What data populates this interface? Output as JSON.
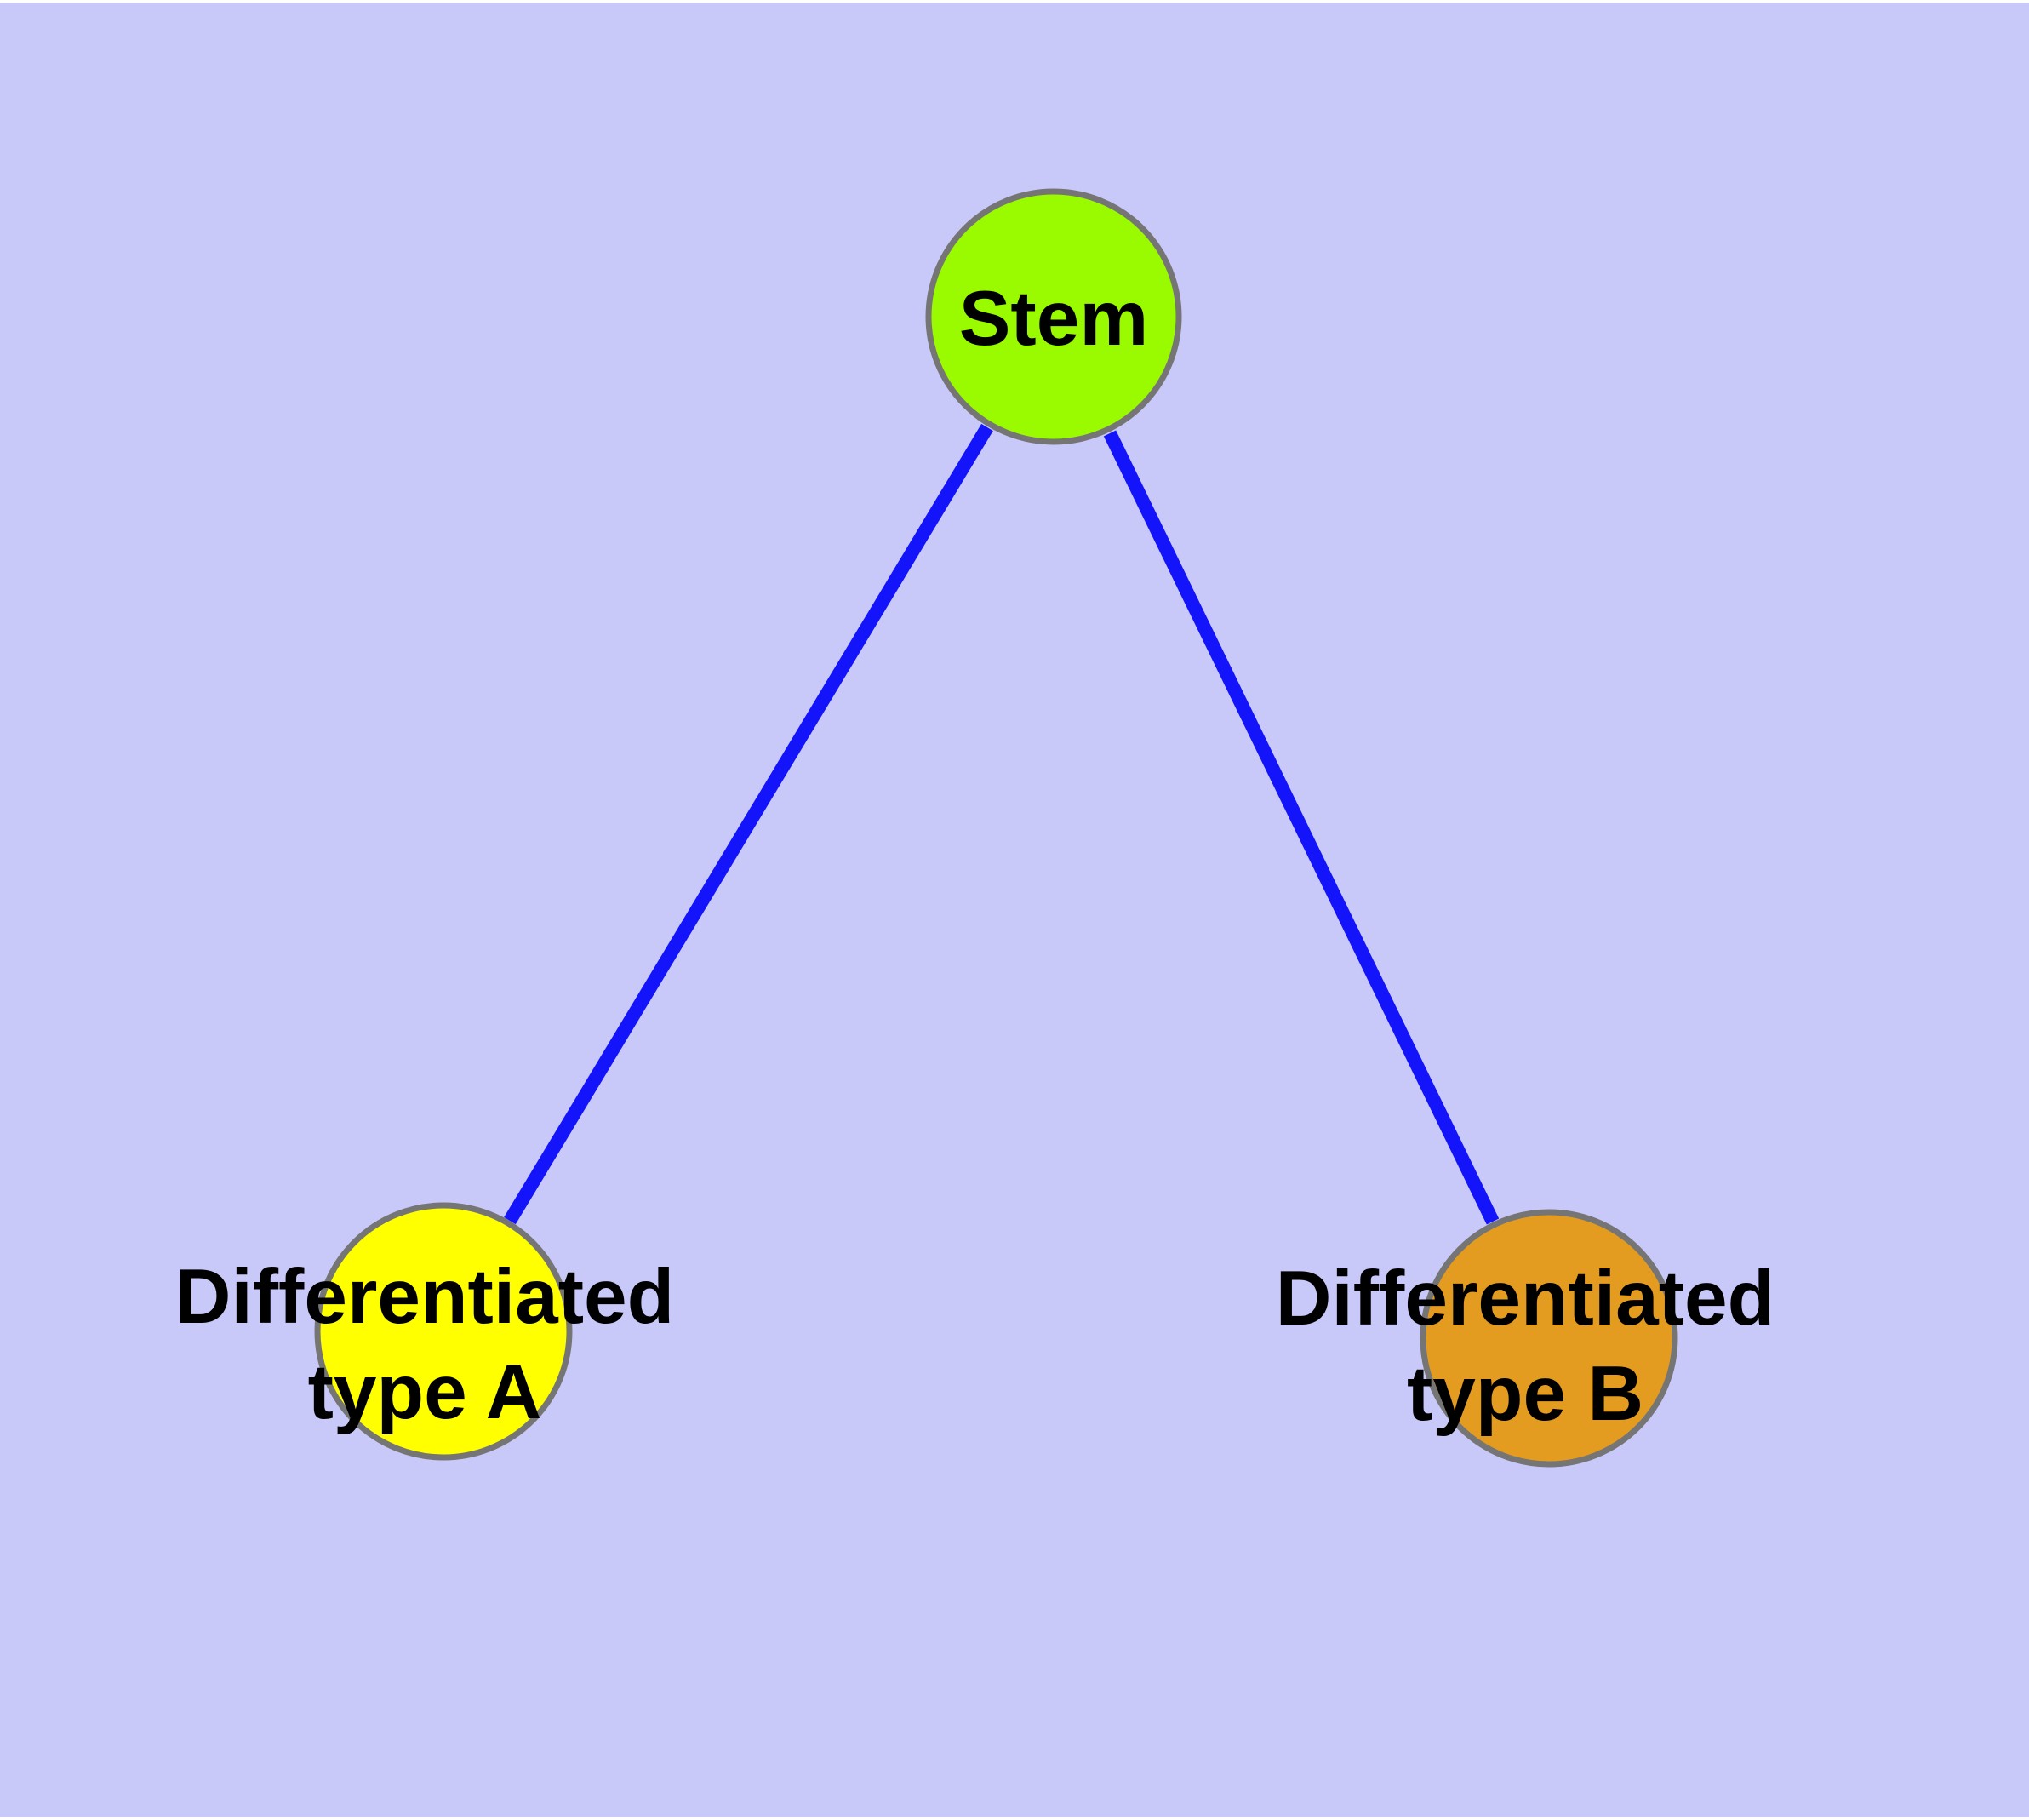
{
  "canvas": {
    "background": "#C9C9F9",
    "edge_color": "#1414FA",
    "node_stroke_color": "#757575"
  },
  "nodes": [
    {
      "id": "stem",
      "label": "Stem",
      "lines": [
        "Stem"
      ],
      "fill": "#9AFB00"
    },
    {
      "id": "type-a",
      "label": "Differentiated type A",
      "lines": [
        "Differentiated",
        "type A"
      ],
      "fill": "#FFFF00"
    },
    {
      "id": "type-b",
      "label": "Differentiated type B",
      "lines": [
        "Differentiated",
        "type B"
      ],
      "fill": "#E39B20"
    }
  ],
  "edges": [
    {
      "from": "Stem",
      "to": "Differentiated type A"
    },
    {
      "from": "Stem",
      "to": "Differentiated type B"
    }
  ]
}
